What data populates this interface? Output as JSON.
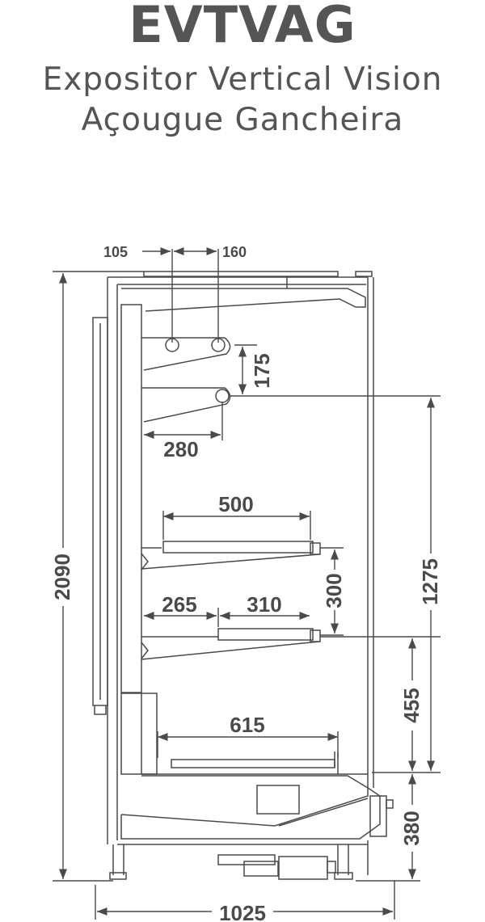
{
  "header": {
    "title": "EVTVAG",
    "subtitle_line1": "Expositor Vertical Vision",
    "subtitle_line2": "Açougue Gancheira"
  },
  "dimensions": {
    "d105": "105",
    "d160": "160",
    "d175": "175",
    "d280": "280",
    "d500": "500",
    "d300": "300",
    "d265": "265",
    "d310": "310",
    "d1275": "1275",
    "d455": "455",
    "d615": "615",
    "d2090": "2090",
    "d380": "380",
    "d1025": "1025"
  },
  "colors": {
    "line": "#4a4a4a",
    "text": "#555555"
  }
}
